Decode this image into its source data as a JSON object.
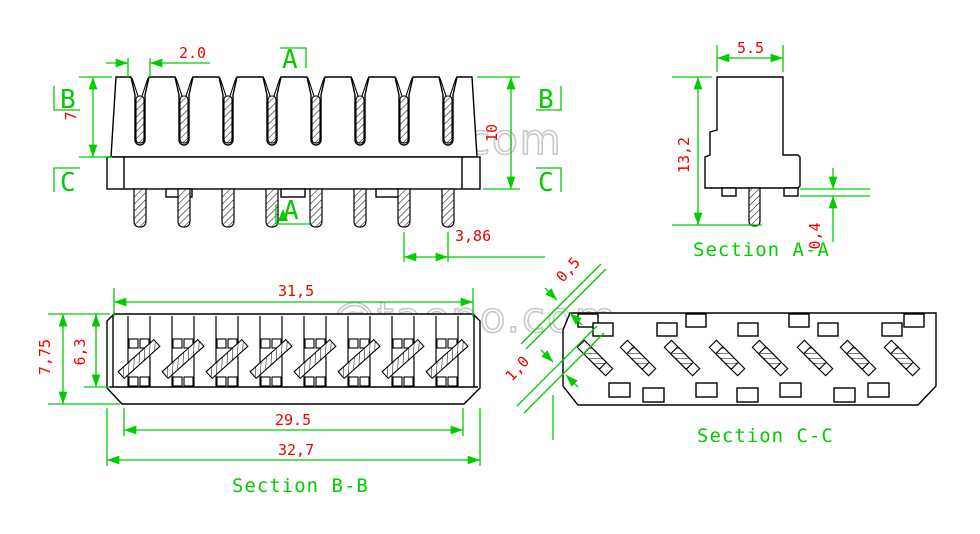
{
  "drawing": {
    "watermark": "@taepo.com",
    "labels": {
      "a": "A",
      "b": "B",
      "c": "C"
    },
    "colors": {
      "outline": "#000000",
      "dimension_text": "#F00000",
      "annotation": "#00CC00",
      "watermark": "#C8C8C8"
    },
    "front_view": {
      "dims": {
        "pitch": "2.0",
        "slot_depth": "7",
        "body_height": "10",
        "pin_pitch": "3,86"
      }
    },
    "section_aa": {
      "title": "Section A-A",
      "dims": {
        "body_width": "5.5",
        "total_height": "13,2",
        "standoff": "0,4"
      }
    },
    "section_bb": {
      "title": "Section B-B",
      "dims": {
        "inner_width": "31,5",
        "body_height": "7,75",
        "cavity_height": "6,3",
        "contact_span": "29.5",
        "body_width": "32,7"
      }
    },
    "section_cc": {
      "title": "Section C-C",
      "dims": {
        "wall": "0,5",
        "rib": "1,0"
      }
    }
  }
}
